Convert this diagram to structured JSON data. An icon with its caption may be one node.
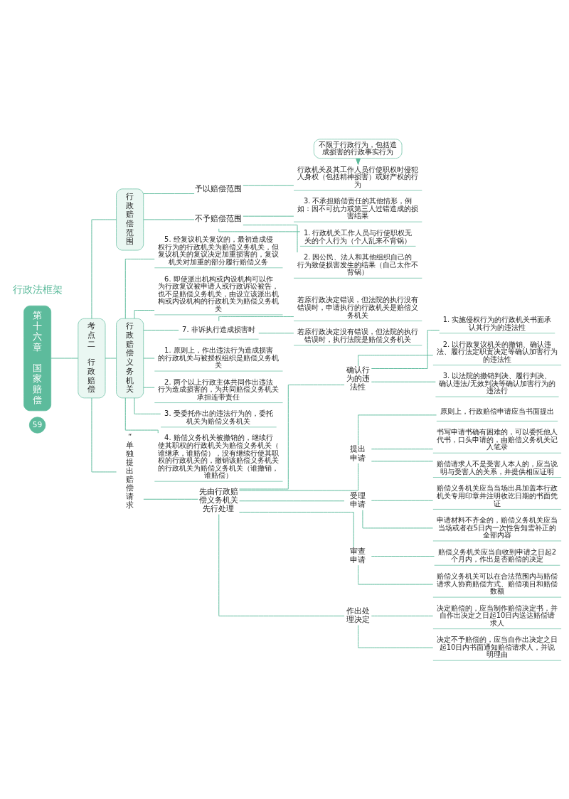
{
  "diagram": {
    "nodes": [
      {
        "text": [
          "第十六章",
          "国家赔偿"
        ]
      },
      {
        "text": [
          "考点二",
          "行政赔偿"
        ]
      },
      {
        "text": [
          "行政赔偿范围"
        ]
      },
      {
        "text": [
          "予以赔偿范围"
        ]
      },
      {
        "text": [
          "不限于行政行为，包括造成损害的行政事实行为"
        ]
      },
      {
        "text": [
          "行政机关及其工作人员行使职权时侵犯人身权（包括精神损害）或财产权的行为"
        ]
      },
      {
        "text": [
          "不予赔偿范围"
        ]
      },
      {
        "text": [
          "1. 行政机关工作人员与行使职权无关的个人行为（个人乱来不背锅）"
        ]
      },
      {
        "text": [
          "2. 因公民、法人和其他组织自己的行为致使损害发生的结果（自己太作不背锅）"
        ]
      },
      {
        "text": [
          "3. 不承担赔偿责任的其他情形，例如：因不可抗力或第三人过错造成的损害结果"
        ]
      },
      {
        "text": [
          "行政赔偿义务机关"
        ]
      },
      {
        "text": [
          "1. 原则上，作出违法行为造成损害的行政机关与被授权组织是赔偿义务机关"
        ]
      },
      {
        "text": [
          "2. 两个以上行政主体共同作出违法行为造成损害的，为共同赔偿义务机关承担连带责任"
        ]
      },
      {
        "text": [
          "3. 受委托作出的违法行为的，委托机关为赔偿义务机关"
        ]
      },
      {
        "text": [
          "4. 赔偿义务机关被撤销的，继续行使其职权的行政机关为赔偿义务机关（谁继承，谁赔偿），没有继续行使其职权的行政机关的，撤销该赔偿义务机关的行政机关为赔偿义务机关（谁撤销，谁赔偿）"
        ]
      },
      {
        "text": [
          "5. 经复议机关复议的，最初造成侵权行为的行政机关为赔偿义务机关，但复议机关的复议决定加重损害的，复议机关对加重的部分履行赔偿义务"
        ]
      },
      {
        "text": [
          "6. 即使派出机构或内设机构可以作为行政复议被申请人或行政诉讼被告，也不是赔偿义务机关，由设立该派出机构或内设机构的行政机关为赔偿义务机关"
        ]
      },
      {
        "text": [
          "7. 非诉执行造成损害时"
        ]
      },
      {
        "text": [
          "若原行政决定错误，但法院的执行没有错误时，申请执行的行政机关是赔偿义务机关"
        ]
      },
      {
        "text": [
          "若原行政决定没有错误，但法院的执行错误时，执行法院是赔偿义务机关"
        ]
      },
      {
        "text": [
          "“单独提出赔偿请求"
        ]
      },
      {
        "text": [
          "先由行政赔偿义务机关先行处理"
        ]
      },
      {
        "text": [
          "确认行为的违法性"
        ]
      },
      {
        "text": [
          "1. 实施侵权行为的行政机关书面承认其行为的违法性"
        ]
      },
      {
        "text": [
          "2. 以行政复议机关的撤销、确认违法、履行法定职责决定等确认加害行为的违法性"
        ]
      },
      {
        "text": [
          "3. 以法院的撤销判决、履行判决、确认违法/无效判决等确认加害行为的违法行"
        ]
      },
      {
        "text": [
          "提出申请"
        ]
      },
      {
        "text": [
          "原则上，行政赔偿申请应当书面提出"
        ]
      },
      {
        "text": [
          "书写申请书确有困难的，可以委托他人代书，口头申请的，由赔偿义务机关记入笔录"
        ]
      },
      {
        "text": [
          "赔偿请求人不是受害人本人的，应当说明与受害人的关系，并提供相应证明"
        ]
      },
      {
        "text": [
          "受理申请"
        ]
      },
      {
        "text": [
          "赔偿义务机关应当当场出具加盖本行政机关专用印章并注明收讫日期的书面凭证"
        ]
      },
      {
        "text": [
          "申请材料不齐全的，赔偿义务机关应当当场或者在5日内一次性告知需补正的全部内容"
        ]
      },
      {
        "text": [
          "审查申请"
        ]
      },
      {
        "text": [
          "赔偿义务机关应当自收到申请之日起2个月内，作出是否赔偿的决定"
        ]
      },
      {
        "text": [
          "赔偿义务机关可以在合法范围内与赔偿请求人协商赔偿方式、赔偿项目和赔偿数额"
        ]
      },
      {
        "text": [
          "作出处理决定"
        ]
      },
      {
        "text": [
          "决定赔偿的，应当制作赔偿决定书，并自作出决定之日起10日内送达赔偿请求人"
        ]
      },
      {
        "text": [
          "决定不予赔偿的，应当自作出决定之日起10日内书面通知赔偿请求人，并说明理由"
        ]
      }
    ],
    "edges": [
      {
        "from": 0,
        "to": 1,
        "arrow": "none"
      },
      {
        "from": 1,
        "to": 2,
        "arrow": "none"
      },
      {
        "from": 1,
        "to": 10,
        "arrow": "none"
      },
      {
        "from": 1,
        "to": 20,
        "arrow": "none"
      },
      {
        "from": 2,
        "to": 3,
        "arrow": "none"
      },
      {
        "from": 2,
        "to": 6,
        "arrow": "none"
      },
      {
        "from": 3,
        "to": 5,
        "arrow": "none"
      },
      {
        "from": 4,
        "to": 5,
        "arrow": "to"
      },
      {
        "from": 6,
        "to": 7,
        "arrow": "none"
      },
      {
        "from": 6,
        "to": 8,
        "arrow": "none"
      },
      {
        "from": 6,
        "to": 9,
        "arrow": "none"
      },
      {
        "from": 10,
        "to": 11,
        "arrow": "none"
      },
      {
        "from": 10,
        "to": 12,
        "arrow": "none"
      },
      {
        "from": 10,
        "to": 13,
        "arrow": "none"
      },
      {
        "from": 10,
        "to": 14,
        "arrow": "none"
      },
      {
        "from": 10,
        "to": 15,
        "arrow": "none"
      },
      {
        "from": 10,
        "to": 16,
        "arrow": "none"
      },
      {
        "from": 10,
        "to": 17,
        "arrow": "none"
      },
      {
        "from": 17,
        "to": 18,
        "arrow": "none"
      },
      {
        "from": 17,
        "to": 19,
        "arrow": "none"
      },
      {
        "from": 20,
        "to": 21,
        "arrow": "none"
      },
      {
        "from": 21,
        "to": 22,
        "arrow": "none"
      },
      {
        "from": 21,
        "to": 26,
        "arrow": "none"
      },
      {
        "from": 21,
        "to": 30,
        "arrow": "none"
      },
      {
        "from": 21,
        "to": 33,
        "arrow": "none"
      },
      {
        "from": 21,
        "to": 36,
        "arrow": "none"
      },
      {
        "from": 22,
        "to": 23,
        "arrow": "none"
      },
      {
        "from": 22,
        "to": 24,
        "arrow": "none"
      },
      {
        "from": 22,
        "to": 25,
        "arrow": "none"
      },
      {
        "from": 26,
        "to": 27,
        "arrow": "none"
      },
      {
        "from": 26,
        "to": 28,
        "arrow": "none"
      },
      {
        "from": 26,
        "to": 29,
        "arrow": "none"
      },
      {
        "from": 30,
        "to": 31,
        "arrow": "none"
      },
      {
        "from": 30,
        "to": 32,
        "arrow": "none"
      },
      {
        "from": 33,
        "to": 34,
        "arrow": "none"
      },
      {
        "from": 33,
        "to": 35,
        "arrow": "none"
      },
      {
        "from": 36,
        "to": 37,
        "arrow": "none"
      },
      {
        "from": 36,
        "to": 38,
        "arrow": "none"
      }
    ],
    "labels": [
      "行政法框架",
      "59"
    ]
  }
}
